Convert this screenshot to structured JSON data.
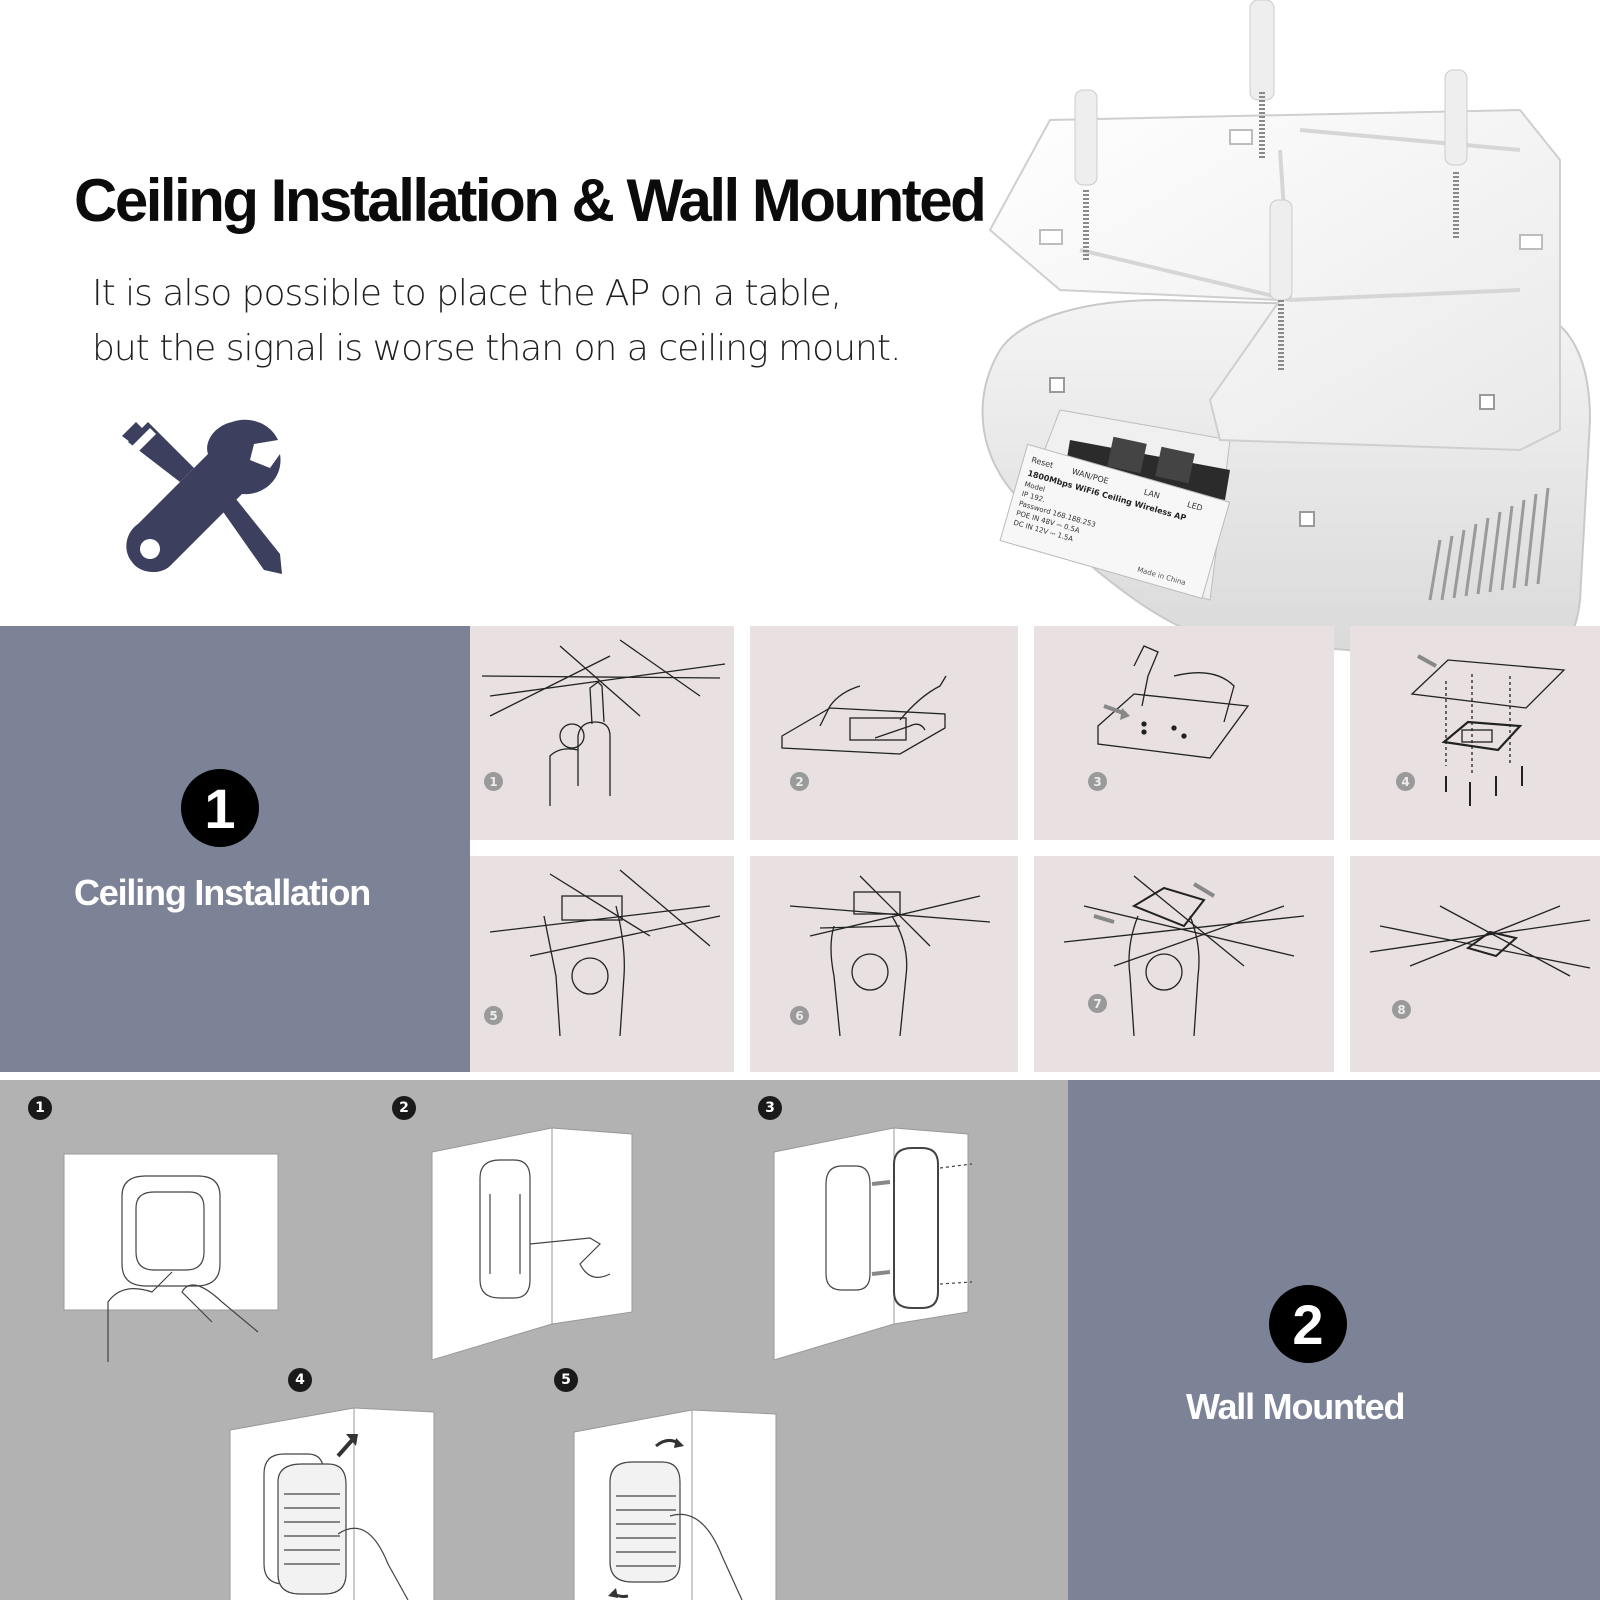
{
  "header": {
    "title": "Ceiling Installation & Wall Mounted",
    "subtitle_lines": [
      "It is also possible to place the AP on a table,",
      "but the signal is worse than on a ceiling mount."
    ],
    "icon": "tools-icon"
  },
  "device_label": {
    "ports": [
      "Reset",
      "WAN/POE",
      "LAN",
      "LED"
    ],
    "lines": [
      "1800Mbps WiFi6 Ceiling Wireless AP",
      "Model",
      "IP 192.",
      "Password 168.188.253",
      "POE IN 48V ⎓ 0.5A",
      "DC IN 12V ⎓ 1.5A"
    ],
    "made_in": "Made in China"
  },
  "ceiling": {
    "number": "1",
    "label": "Ceiling Installation",
    "steps": [
      "1",
      "2",
      "3",
      "4",
      "5",
      "6",
      "7",
      "8"
    ]
  },
  "wall": {
    "number": "2",
    "label": "Wall Mounted",
    "steps": [
      "1",
      "2",
      "3",
      "4",
      "5"
    ]
  },
  "colors": {
    "panel": "#7d8397",
    "tile": "#e8e0e1",
    "wall_background": "#b2b2b2",
    "icon": "#3c3f5e"
  }
}
